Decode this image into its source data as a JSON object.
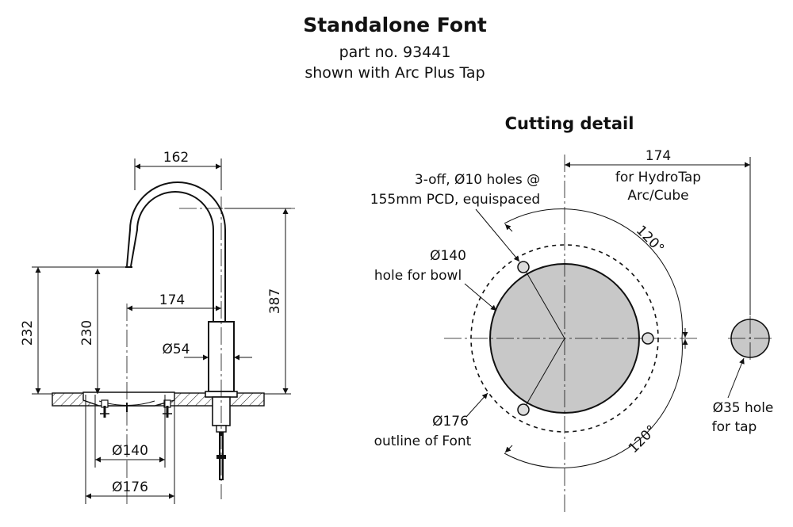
{
  "title": "Standalone Font",
  "part_no": "part no. 93441",
  "shown_with": "shown with Arc Plus Tap",
  "cutting_title": "Cutting detail",
  "side": {
    "dim_width_top": "162",
    "dim_reach": "174",
    "dim_body_dia": "Ø54",
    "dim_total_height": "387",
    "dim_spout_height_a": "232",
    "dim_spout_height_b": "230",
    "dim_bowl": "Ø140",
    "dim_outline": "Ø176"
  },
  "cutting": {
    "dim_offset": "174",
    "hydrotap_line1": "for HydroTap",
    "hydrotap_line2": "Arc/Cube",
    "holes_line1": "3-off, Ø10 holes @",
    "holes_line2": "155mm PCD, equispaced",
    "bowl_line1": "Ø140",
    "bowl_line2": "hole for bowl",
    "outline_line1": "Ø176",
    "outline_line2": "outline of Font",
    "angle_top": "120°",
    "angle_bottom": "120°",
    "tap_line1": "Ø35 hole",
    "tap_line2": "for tap",
    "bowl_fill": "#c8c8c8"
  }
}
